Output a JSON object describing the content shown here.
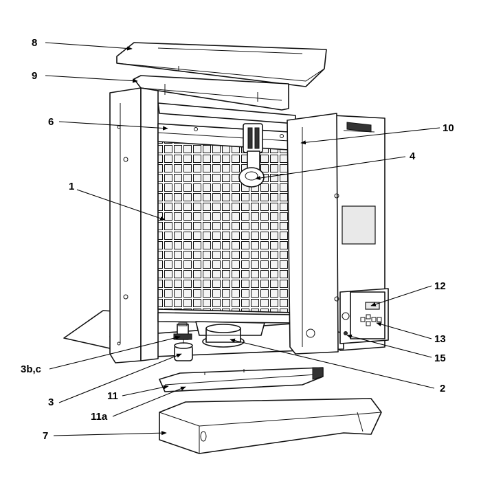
{
  "callouts": [
    {
      "id": "c8",
      "text": "8"
    },
    {
      "id": "c9",
      "text": "9"
    },
    {
      "id": "c6",
      "text": "6"
    },
    {
      "id": "c10",
      "text": "10"
    },
    {
      "id": "c4",
      "text": "4"
    },
    {
      "id": "c1",
      "text": "1"
    },
    {
      "id": "c12",
      "text": "12"
    },
    {
      "id": "c13",
      "text": "13"
    },
    {
      "id": "c15",
      "text": "15"
    },
    {
      "id": "c3bc",
      "text": "3b,c"
    },
    {
      "id": "c2",
      "text": "2"
    },
    {
      "id": "c3",
      "text": "3"
    },
    {
      "id": "c11",
      "text": "11"
    },
    {
      "id": "c11a",
      "text": "11a"
    },
    {
      "id": "c7",
      "text": "7"
    }
  ]
}
